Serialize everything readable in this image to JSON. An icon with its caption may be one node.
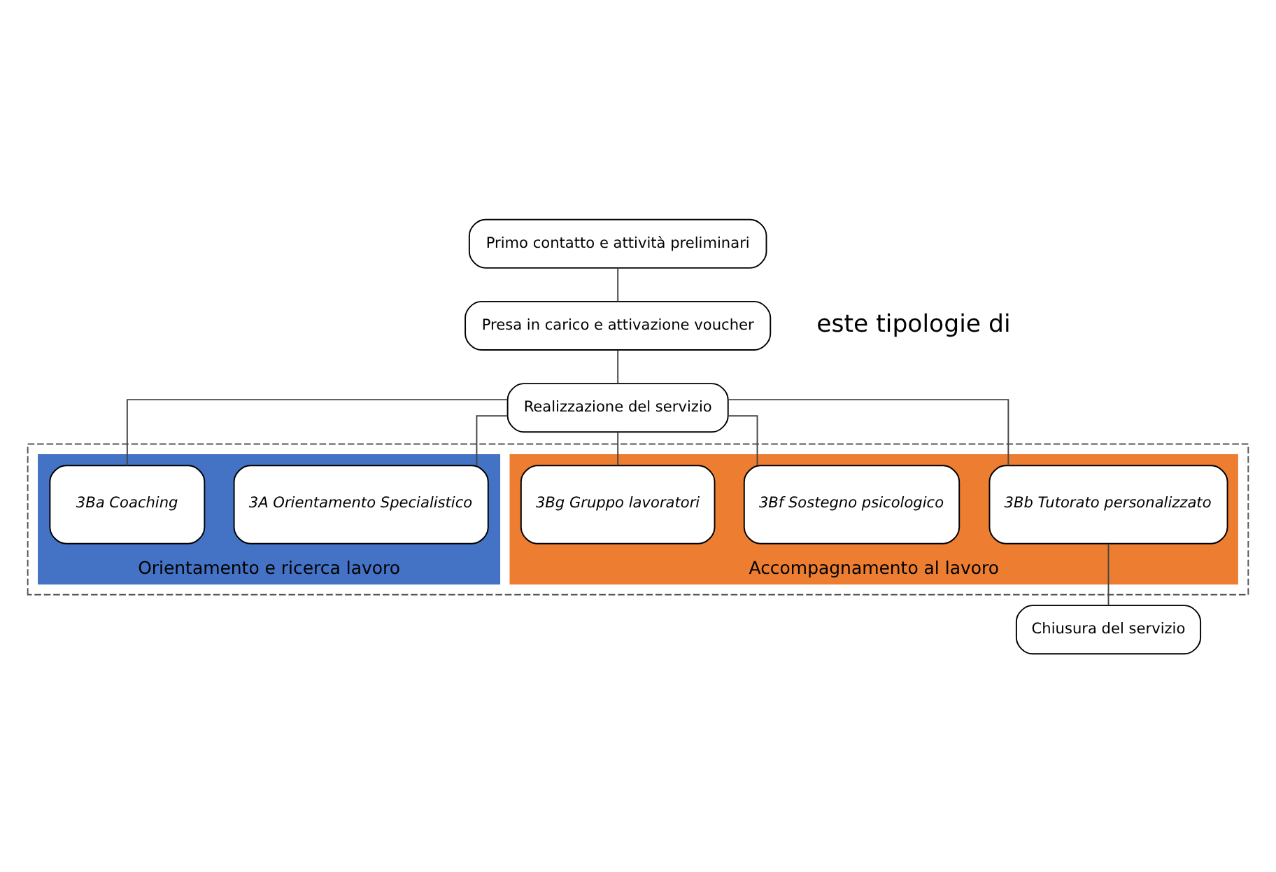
{
  "diagram": {
    "nodes": [
      {
        "text": [
          "Primo contatto e attività preliminari"
        ]
      },
      {
        "text": [
          "Presa in carico e attivazione voucher"
        ]
      },
      {
        "text": [
          "Realizzazione del servizio"
        ]
      },
      {
        "text": [],
        "shape": "box"
      },
      {
        "text": [
          "Orientamento e ricerca lavoro"
        ],
        "in": 3
      },
      {
        "text": [
          "3A Orientamento Specialistico"
        ],
        "in": 4
      },
      {
        "text": [
          "3Ba Coaching"
        ],
        "in": 4
      },
      {
        "text": [
          "Accompagnamento al lavoro"
        ],
        "in": 3
      },
      {
        "text": [
          "3Bb Tutorato personalizzato"
        ],
        "in": 7
      },
      {
        "text": [
          "3Bf Sostegno psicologico"
        ],
        "in": 7
      },
      {
        "text": [
          "3Bg Gruppo lavoratori"
        ],
        "in": 7
      },
      {
        "text": [
          "Chiusura del servizio"
        ]
      }
    ],
    "edges": [
      {
        "from": 0,
        "to": 1,
        "arrow": "none"
      },
      {
        "from": 1,
        "to": 2,
        "arrow": "none"
      },
      {
        "from": 2,
        "to": 5,
        "arrow": "none"
      },
      {
        "from": 2,
        "to": 6,
        "arrow": "none"
      },
      {
        "from": 2,
        "to": 8,
        "arrow": "none"
      },
      {
        "from": 2,
        "to": 9,
        "arrow": "none"
      },
      {
        "from": 2,
        "to": 10,
        "arrow": "none"
      },
      {
        "from": 8,
        "to": 11,
        "arrow": "none"
      }
    ],
    "labels": [
      "este tipologie di"
    ]
  }
}
